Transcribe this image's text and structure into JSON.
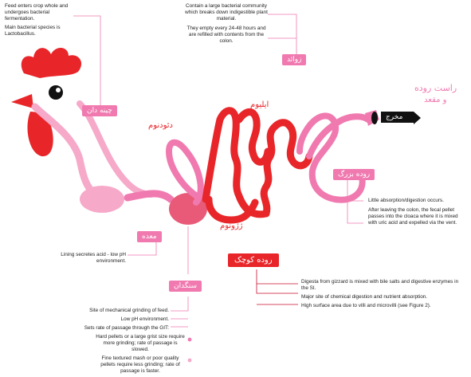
{
  "labels": {
    "crop": "چینه دان",
    "duodenum": "دئودنوم",
    "ileum": "ایلیوم",
    "ceca": "زوائد",
    "colon": "روده بزرگ",
    "rectum_line1": "راست روده",
    "rectum_line2": "و مقعد",
    "exit": "مخرج",
    "proventriculus": "معده",
    "jejunum": "ژژونوم",
    "small_intestine": "روده کوچک",
    "gizzard": "سنگدان"
  },
  "notes": {
    "crop": [
      "Feed enters crop whole and undergoes bacterial fermentation.",
      "Main bacterial species is Lactobacillus."
    ],
    "ceca": [
      "Contain a large bacterial community which breaks down indigestible plant material.",
      "They empty every 24-48 hours and are refilled with contents from the colon."
    ],
    "colon": [
      "Little absorption/digestion occurs.",
      "After leaving the colon, the fecal pellet passes into the cloaca where it is mixed with uric acid and expelled via the vent."
    ],
    "proventriculus": [
      "Lining secretes acid - low pH environment."
    ],
    "small_intestine": [
      "Digesta from gizzard is mixed with bile salts and digestive enzymes in the SI.",
      "Major site of chemical digestion and nutrient absorption.",
      "High surface area due to villi and microvilli (see Figure 2)."
    ],
    "gizzard": [
      "Site of mechanical grinding of feed.",
      "Low pH environment.",
      "Sets rate of passage through the GIT:",
      "Hard pellets or a large grist size require more grinding; rate of passage is slowed.",
      "Fine textured mash or poor quality pellets require less grinding; rate of passage is faster."
    ]
  },
  "colors": {
    "pink": "#f07ab0",
    "pink_light": "#f6a9c8",
    "red": "#e8262a",
    "dark_red": "#c8102e",
    "exit_bg": "#111111"
  }
}
